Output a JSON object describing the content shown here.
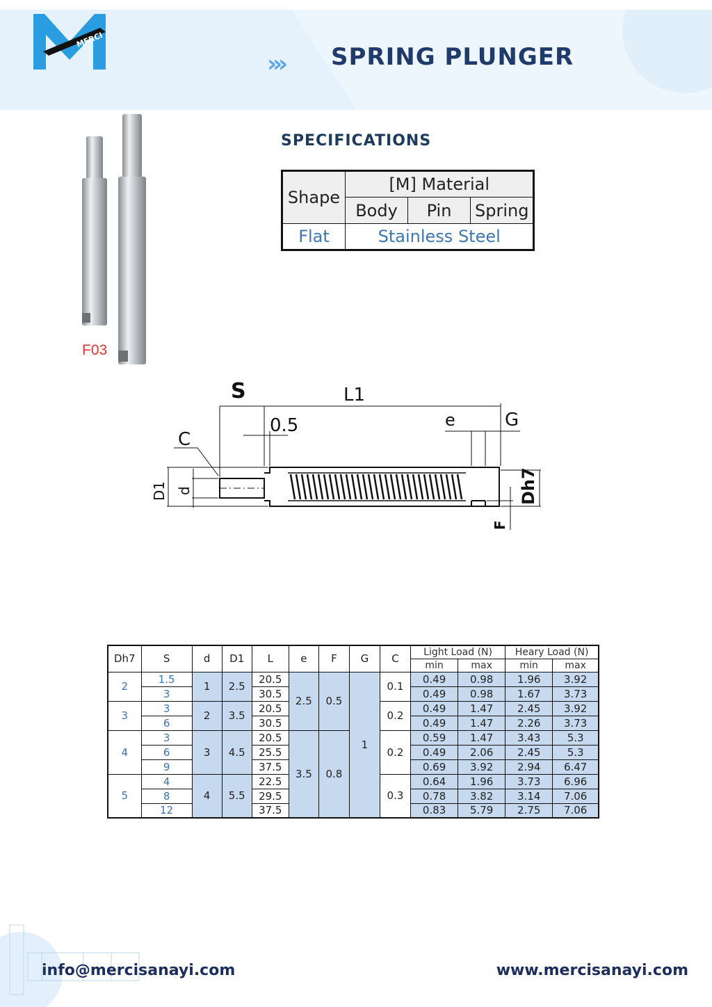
{
  "header": {
    "logo_text": "MERCI",
    "chevrons": "›››",
    "title": "SPRING PLUNGER"
  },
  "product": {
    "label": "F03"
  },
  "specifications": {
    "heading": "SPECIFICATIONS",
    "col_shape": "Shape",
    "col_material": "[M] Material",
    "col_body": "Body",
    "col_pin": "Pin",
    "col_spring": "Spring",
    "shape_value": "Flat",
    "material_value": "Stainless Steel"
  },
  "diagram": {
    "labels": {
      "S": "S",
      "L1": "L1",
      "half": "0.5",
      "e": "e",
      "G": "G",
      "C": "C",
      "D1": "D1",
      "d": "d",
      "Dh7": "Dh7",
      "F": "F"
    }
  },
  "dims_table": {
    "headers": {
      "Dh7": "Dh7",
      "S": "S",
      "d": "d",
      "D1": "D1",
      "L": "L",
      "e": "e",
      "F": "F",
      "G": "G",
      "C": "C",
      "light": "Light Load (N)",
      "heavy": "Heary Load (N)",
      "min": "min",
      "max": "max"
    },
    "groups": [
      {
        "dh7": "2",
        "d": "1",
        "d1": "2.5",
        "c": "0.1",
        "rows": [
          {
            "s": "1.5",
            "l": "20.5",
            "lmin": "0.49",
            "lmax": "0.98",
            "hmin": "1.96",
            "hmax": "3.92"
          },
          {
            "s": "3",
            "l": "30.5",
            "lmin": "0.49",
            "lmax": "0.98",
            "hmin": "1.67",
            "hmax": "3.73"
          }
        ]
      },
      {
        "dh7": "3",
        "d": "2",
        "d1": "3.5",
        "c": "0.2",
        "rows": [
          {
            "s": "3",
            "l": "20.5",
            "lmin": "0.49",
            "lmax": "1.47",
            "hmin": "2.45",
            "hmax": "3.92"
          },
          {
            "s": "6",
            "l": "30.5",
            "lmin": "0.49",
            "lmax": "1.47",
            "hmin": "2.26",
            "hmax": "3.73"
          }
        ]
      },
      {
        "dh7": "4",
        "d": "3",
        "d1": "4.5",
        "c": "0.2",
        "rows": [
          {
            "s": "3",
            "l": "20.5",
            "lmin": "0.59",
            "lmax": "1.47",
            "hmin": "3.43",
            "hmax": "5.3"
          },
          {
            "s": "6",
            "l": "25.5",
            "lmin": "0.49",
            "lmax": "2.06",
            "hmin": "2.45",
            "hmax": "5.3"
          },
          {
            "s": "9",
            "l": "37.5",
            "lmin": "0.69",
            "lmax": "3.92",
            "hmin": "2.94",
            "hmax": "6.47"
          }
        ]
      },
      {
        "dh7": "5",
        "d": "4",
        "d1": "5.5",
        "c": "0.3",
        "rows": [
          {
            "s": "4",
            "l": "22.5",
            "lmin": "0.64",
            "lmax": "1.96",
            "hmin": "3.73",
            "hmax": "6.96"
          },
          {
            "s": "8",
            "l": "29.5",
            "lmin": "0.78",
            "lmax": "3.82",
            "hmin": "3.14",
            "hmax": "7.06"
          },
          {
            "s": "12",
            "l": "37.5",
            "lmin": "0.83",
            "lmax": "5.79",
            "hmin": "2.75",
            "hmax": "7.06"
          }
        ]
      }
    ],
    "e_values": [
      "2.5",
      "3.5"
    ],
    "f_values": [
      "0.5",
      "0.8"
    ],
    "g_value": "1"
  },
  "footer": {
    "email": "info@mercisanayi.com",
    "website": "www.mercisanayi.com"
  },
  "colors": {
    "brand_blue": "#2a9de0",
    "title_navy": "#203a6b",
    "header_band": "#e9f4fc",
    "table_shade": "#c7d9ee",
    "label_red": "#e0342c"
  }
}
